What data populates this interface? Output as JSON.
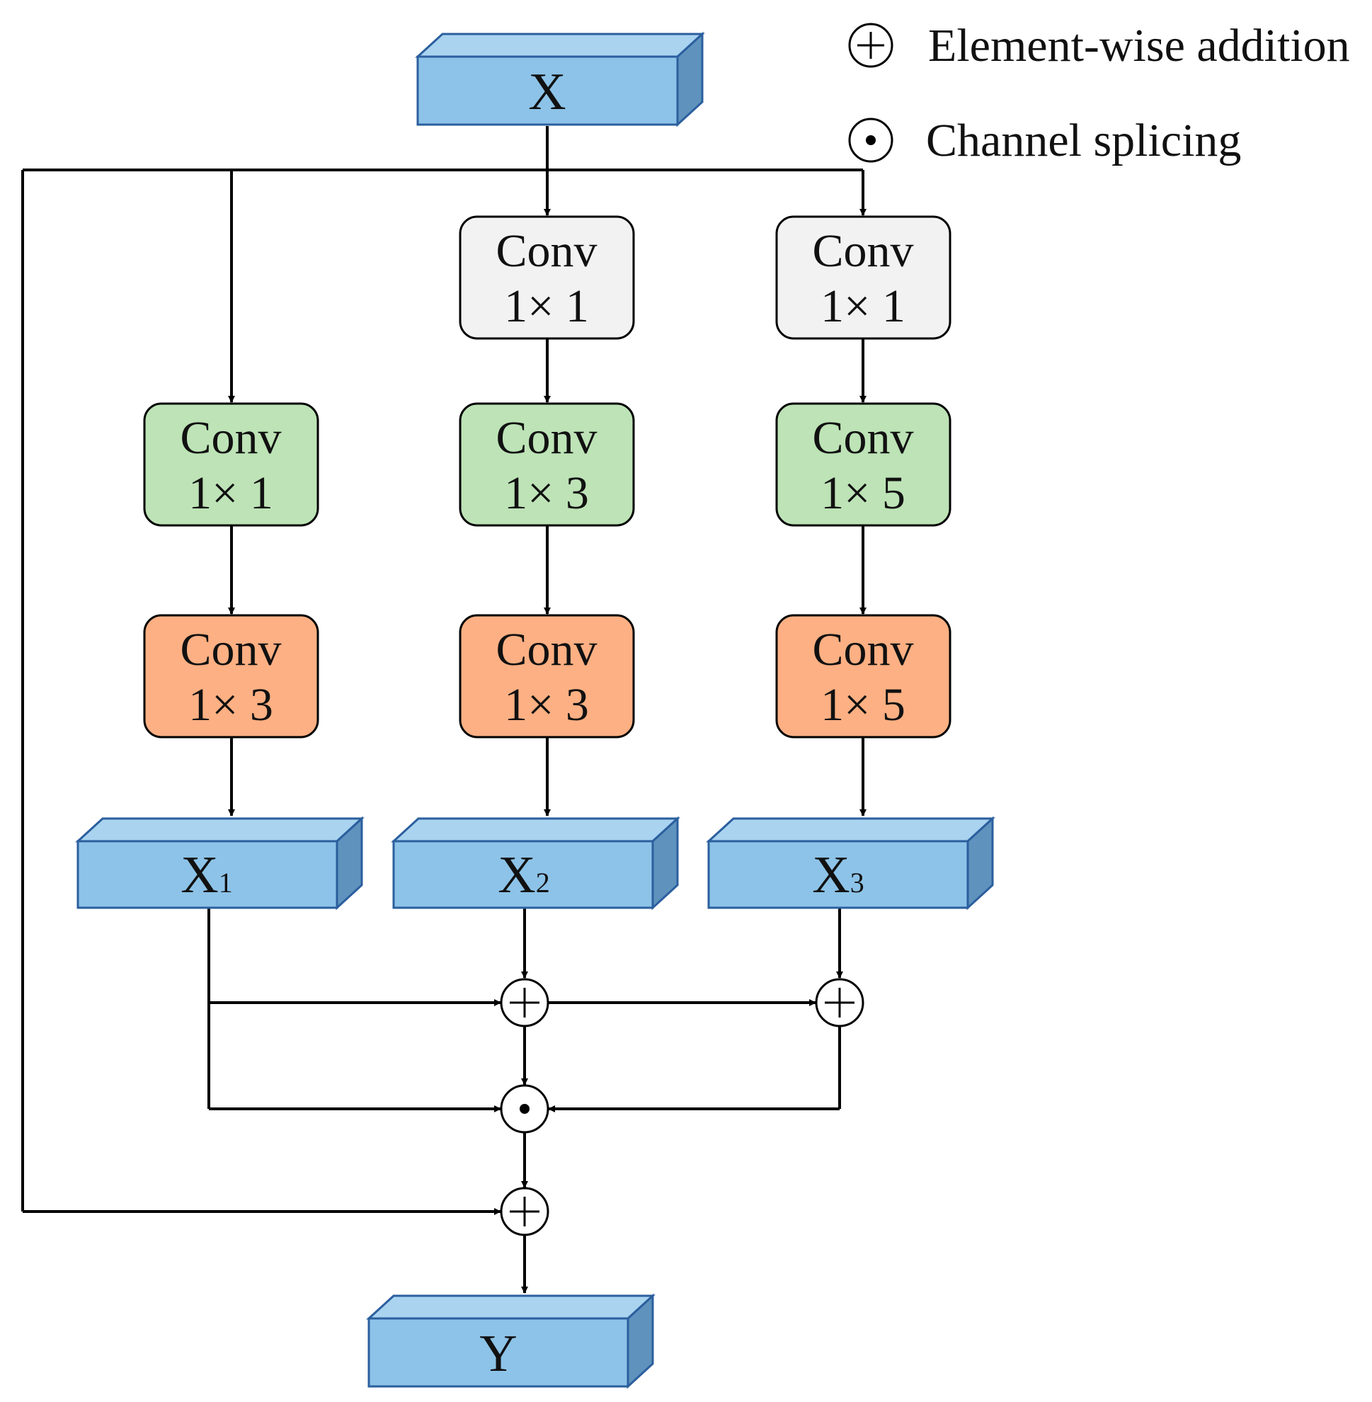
{
  "legend": {
    "addition": {
      "label": "Element-wise addition",
      "icon": "circled-plus-icon"
    },
    "splicing": {
      "label": "Channel splicing",
      "icon": "circled-dot-icon"
    }
  },
  "tensors": {
    "input": {
      "label": "X"
    },
    "x1": {
      "label": "X",
      "subscript": "1"
    },
    "x2": {
      "label": "X",
      "subscript": "2"
    },
    "x3": {
      "label": "X",
      "subscript": "3"
    },
    "output": {
      "label": "Y"
    }
  },
  "branches": [
    {
      "id": "branch-1",
      "blocks": [
        {
          "role": "green",
          "line1": "Conv",
          "line2": "1× 1"
        },
        {
          "role": "orange",
          "line1": "Conv",
          "line2": "1× 3"
        }
      ]
    },
    {
      "id": "branch-2",
      "blocks": [
        {
          "role": "gray",
          "line1": "Conv",
          "line2": "1× 1"
        },
        {
          "role": "green",
          "line1": "Conv",
          "line2": "1× 3"
        },
        {
          "role": "orange",
          "line1": "Conv",
          "line2": "1× 3"
        }
      ]
    },
    {
      "id": "branch-3",
      "blocks": [
        {
          "role": "gray",
          "line1": "Conv",
          "line2": "1× 1"
        },
        {
          "role": "green",
          "line1": "Conv",
          "line2": "1× 5"
        },
        {
          "role": "orange",
          "line1": "Conv",
          "line2": "1× 5"
        }
      ]
    }
  ],
  "colors": {
    "gray_block": "#f2f2f2",
    "green_block": "#bde3b6",
    "orange_block": "#fdb083",
    "tensor_front": "#8dc3e8",
    "tensor_top": "#a9d3ef",
    "tensor_side": "#5f93bd",
    "line": "#000000"
  }
}
